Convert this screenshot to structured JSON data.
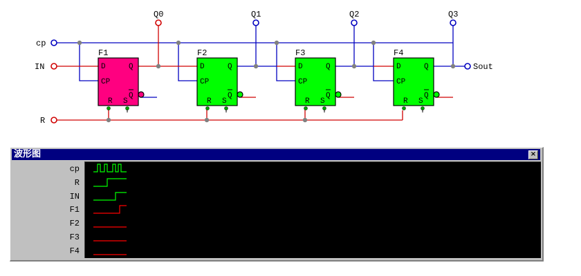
{
  "circuit": {
    "inputs": {
      "cp": "cp",
      "in": "IN",
      "r": "R"
    },
    "outputs": {
      "q0": "Q0",
      "q1": "Q1",
      "q2": "Q2",
      "q3": "Q3",
      "sout": "Sout"
    },
    "flipflops": [
      {
        "name": "F1",
        "state": "selected",
        "color": "#ff0080"
      },
      {
        "name": "F2",
        "state": "normal",
        "color": "#00ff00"
      },
      {
        "name": "F3",
        "state": "normal",
        "color": "#00ff00"
      },
      {
        "name": "F4",
        "state": "normal",
        "color": "#00ff00"
      }
    ],
    "pins": {
      "d": "D",
      "cp": "CP",
      "q": "Q",
      "r": "R",
      "s": "S",
      "qbar": "Q"
    },
    "colors": {
      "input_wire": "#d00000",
      "clock_wire": "#0000c0",
      "junction": "#808080"
    }
  },
  "waveform_window": {
    "title": "波形图",
    "close": "×",
    "signals": [
      {
        "name": "cp",
        "color": "#00ff00"
      },
      {
        "name": "R",
        "color": "#00ff00"
      },
      {
        "name": "IN",
        "color": "#00ff00"
      },
      {
        "name": "F1",
        "color": "#ff0000"
      },
      {
        "name": "F2",
        "color": "#ff0000"
      },
      {
        "name": "F3",
        "color": "#ff0000"
      },
      {
        "name": "F4",
        "color": "#ff0000"
      }
    ]
  }
}
